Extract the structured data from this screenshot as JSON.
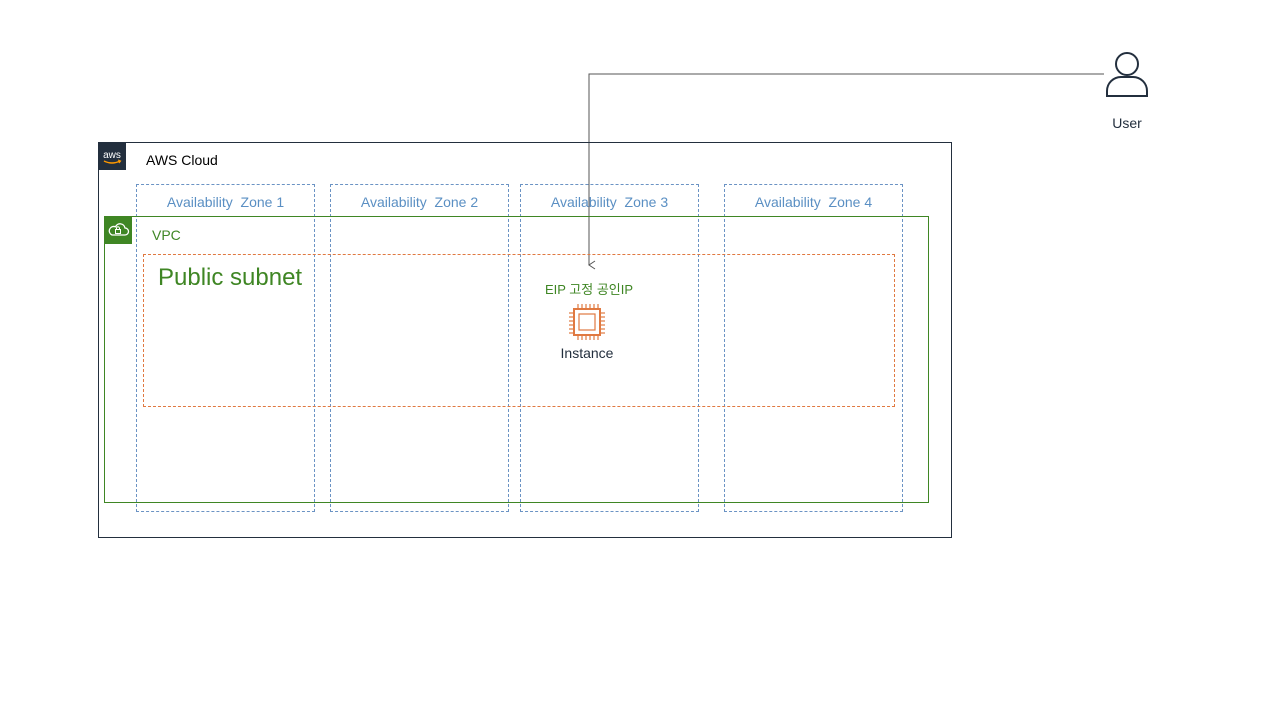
{
  "diagram": {
    "cloud": {
      "label": "AWS Cloud",
      "badge_text": "aws",
      "icon": "aws-logo-icon",
      "color": "#232f3e"
    },
    "zones": [
      {
        "label": "Availability  Zone 1"
      },
      {
        "label": "Availability  Zone 2"
      },
      {
        "label": "Availability  Zone 3"
      },
      {
        "label": "Availability  Zone 4"
      }
    ],
    "vpc": {
      "label": "VPC",
      "icon": "vpc-cloud-lock-icon",
      "color": "#3f8624"
    },
    "subnet": {
      "label": "Public subnet",
      "border_color": "#e07941"
    },
    "instance": {
      "eip_label": "EIP 고정 공인IP",
      "label": "Instance",
      "icon": "ec2-instance-chip-icon",
      "color": "#e07941"
    },
    "user": {
      "label": "User",
      "icon": "user-icon"
    },
    "connector": {
      "from": "user",
      "to": "instance"
    }
  }
}
